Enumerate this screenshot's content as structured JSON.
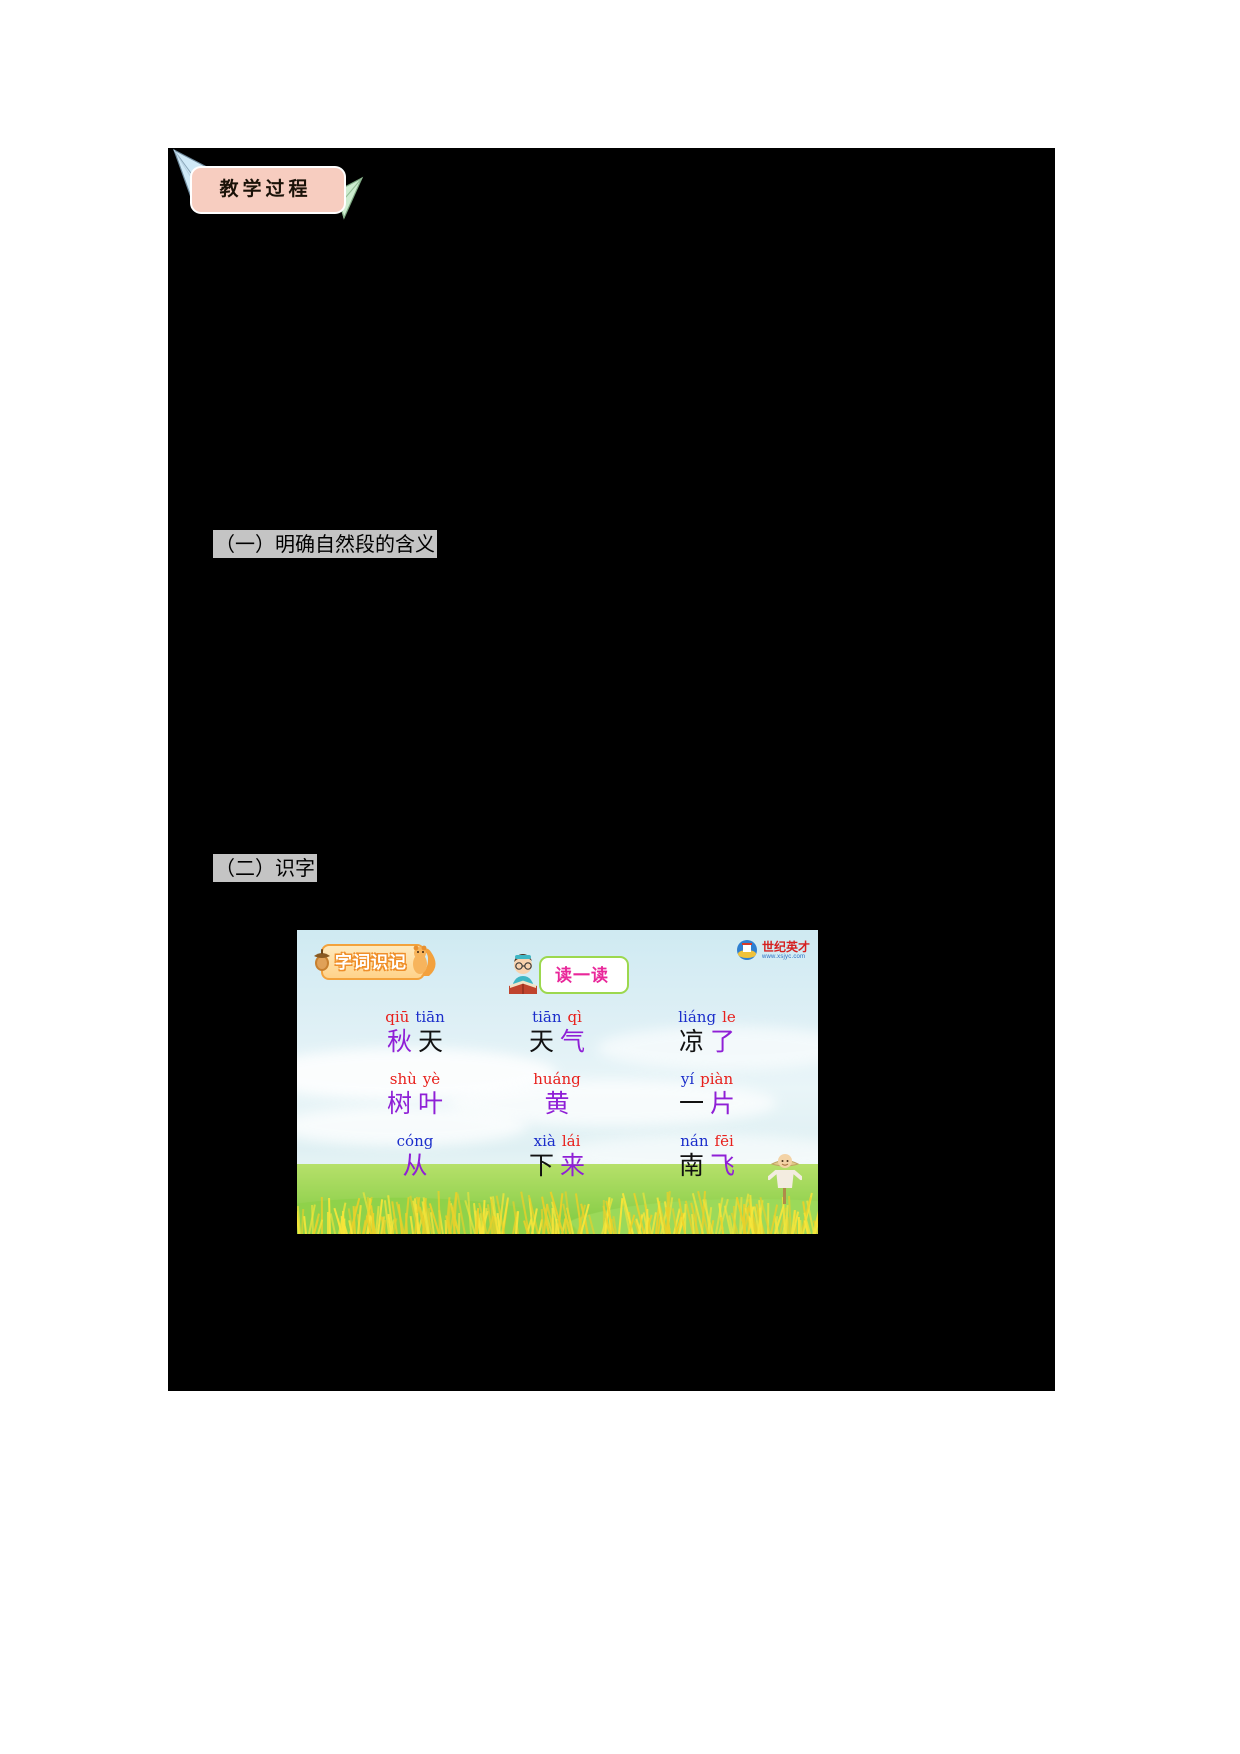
{
  "banner": {
    "label": "教学过程",
    "plane_left_icon": "paper-airplane-icon",
    "plane_right_icon": "paper-airplane-icon"
  },
  "headings": [
    {
      "id": "heading-1",
      "text": "（一）明确自然段的含义"
    },
    {
      "id": "heading-2",
      "text": "（二）识字"
    }
  ],
  "slide": {
    "plaque": {
      "label": "字词识记",
      "left_icon": "acorn-icon",
      "right_icon": "squirrel-icon"
    },
    "read_badge": {
      "label": "读一读",
      "icon": "reading-boy-icon"
    },
    "logo": {
      "name": "世纪英才",
      "url": "www.xsjyc.com",
      "icon": "publisher-logo-icon"
    },
    "scarecrow_icon": "scarecrow-icon",
    "word_rows": [
      {
        "columns": [
          {
            "pinyin": [
              {
                "t": "qiū",
                "c": "red"
              },
              {
                "t": "tiān",
                "c": "blue"
              }
            ],
            "hanzi": [
              {
                "t": "秋",
                "c": "purple"
              },
              {
                "t": "天",
                "c": "black"
              }
            ]
          },
          {
            "pinyin": [
              {
                "t": "tiān",
                "c": "blue"
              },
              {
                "t": "qì",
                "c": "red"
              }
            ],
            "hanzi": [
              {
                "t": "天",
                "c": "black"
              },
              {
                "t": "气",
                "c": "purple"
              }
            ]
          },
          {
            "pinyin": [
              {
                "t": "liáng",
                "c": "blue"
              },
              {
                "t": "le",
                "c": "red"
              }
            ],
            "hanzi": [
              {
                "t": "凉",
                "c": "black"
              },
              {
                "t": "了",
                "c": "purple"
              }
            ]
          }
        ]
      },
      {
        "columns": [
          {
            "pinyin": [
              {
                "t": "shù",
                "c": "red"
              },
              {
                "t": "yè",
                "c": "red"
              }
            ],
            "hanzi": [
              {
                "t": "树",
                "c": "purple"
              },
              {
                "t": "叶",
                "c": "purple"
              }
            ]
          },
          {
            "pinyin": [
              {
                "t": "huáng",
                "c": "red"
              }
            ],
            "hanzi": [
              {
                "t": "黄",
                "c": "purple"
              }
            ]
          },
          {
            "pinyin": [
              {
                "t": "yí",
                "c": "blue"
              },
              {
                "t": "piàn",
                "c": "red"
              }
            ],
            "hanzi": [
              {
                "t": "一",
                "c": "black"
              },
              {
                "t": "片",
                "c": "purple"
              }
            ]
          }
        ]
      },
      {
        "columns": [
          {
            "pinyin": [
              {
                "t": "cóng",
                "c": "blue"
              }
            ],
            "hanzi": [
              {
                "t": "从",
                "c": "purple"
              }
            ]
          },
          {
            "pinyin": [
              {
                "t": "xià",
                "c": "blue"
              },
              {
                "t": "lái",
                "c": "red"
              }
            ],
            "hanzi": [
              {
                "t": "下",
                "c": "black"
              },
              {
                "t": "来",
                "c": "purple"
              }
            ]
          },
          {
            "pinyin": [
              {
                "t": "nán",
                "c": "blue"
              },
              {
                "t": "fēi",
                "c": "red"
              }
            ],
            "hanzi": [
              {
                "t": "南",
                "c": "black"
              },
              {
                "t": "飞",
                "c": "purple"
              }
            ]
          }
        ]
      }
    ]
  },
  "colors": {
    "page_background": "#ffffff",
    "document_body": "#000000",
    "heading_highlight": "#c4c4c4",
    "banner_pill": "#f7cdc0",
    "pinyin_red": "#e8201c",
    "pinyin_blue": "#1b2ecb",
    "hanzi_purple": "#8f1fd6",
    "hanzi_black": "#111111",
    "read_badge_text": "#e9279a",
    "plaque_border": "#f3a23c"
  }
}
